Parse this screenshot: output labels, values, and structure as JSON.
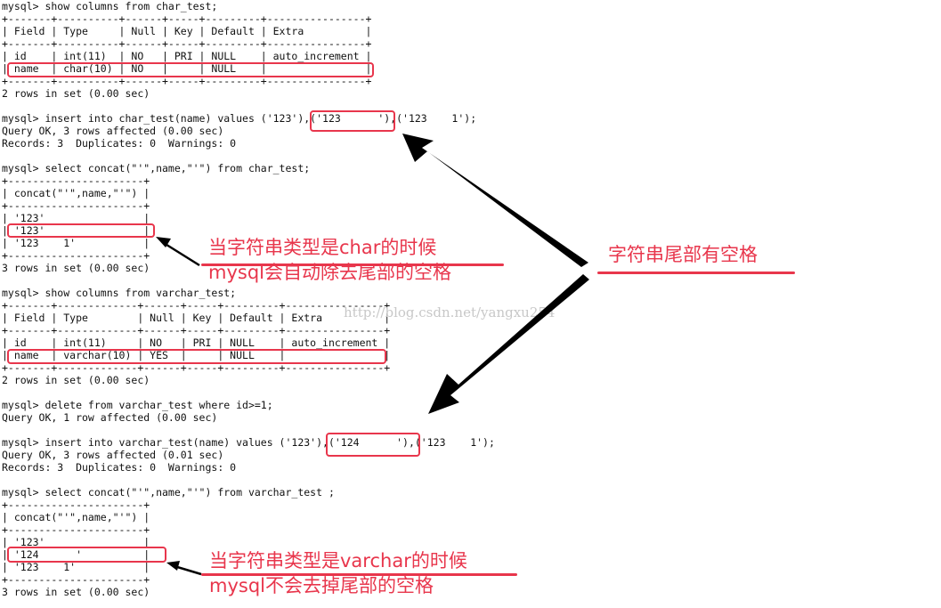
{
  "terminal_lines": [
    "mysql> show columns from char_test;",
    "+-------+----------+------+-----+---------+----------------+",
    "| Field | Type     | Null | Key | Default | Extra          |",
    "+-------+----------+------+-----+---------+----------------+",
    "| id    | int(11)  | NO   | PRI | NULL    | auto_increment |",
    "| name  | char(10) | NO   |     | NULL    |                |",
    "+-------+----------+------+-----+---------+----------------+",
    "2 rows in set (0.00 sec)",
    "",
    "mysql> insert into char_test(name) values ('123'),('123      '),('123    1');",
    "Query OK, 3 rows affected (0.00 sec)",
    "Records: 3  Duplicates: 0  Warnings: 0",
    "",
    "mysql> select concat(\"'\",name,\"'\") from char_test;",
    "+----------------------+",
    "| concat(\"'\",name,\"'\") |",
    "+----------------------+",
    "| '123'                |",
    "| '123'                |",
    "| '123    1'           |",
    "+----------------------+",
    "3 rows in set (0.00 sec)",
    "",
    "mysql> show columns from varchar_test;",
    "+-------+-------------+------+-----+---------+----------------+",
    "| Field | Type        | Null | Key | Default | Extra          |",
    "+-------+-------------+------+-----+---------+----------------+",
    "| id    | int(11)     | NO   | PRI | NULL    | auto_increment |",
    "| name  | varchar(10) | YES  |     | NULL    |                |",
    "+-------+-------------+------+-----+---------+----------------+",
    "2 rows in set (0.00 sec)",
    "",
    "mysql> delete from varchar_test where id>=1;",
    "Query OK, 1 row affected (0.00 sec)",
    "",
    "mysql> insert into varchar_test(name) values ('123'),('124      '),('123    1');",
    "Query OK, 3 rows affected (0.01 sec)",
    "Records: 3  Duplicates: 0  Warnings: 0",
    "",
    "mysql> select concat(\"'\",name,\"'\") from varchar_test ;",
    "+----------------------+",
    "| concat(\"'\",name,\"'\") |",
    "+----------------------+",
    "| '123'                |",
    "| '124      '          |",
    "| '123    1'           |",
    "+----------------------+",
    "3 rows in set (0.00 sec)"
  ],
  "annotations": {
    "char_note_line1": "当字符串类型是char的时候",
    "char_note_line2": "mysql会自动除去尾部的空格",
    "trailing_space_note": "字符串尾部有空格",
    "varchar_note_line1": "当字符串类型是varchar的时候",
    "varchar_note_line2": "mysql不会去掉尾部的空格"
  },
  "watermark": "http://blog.csdn.net/yangxu254",
  "colors": {
    "annotation": "#e8364c",
    "text": "#111111",
    "watermark": "#c8c8c8",
    "arrow": "#000000"
  }
}
